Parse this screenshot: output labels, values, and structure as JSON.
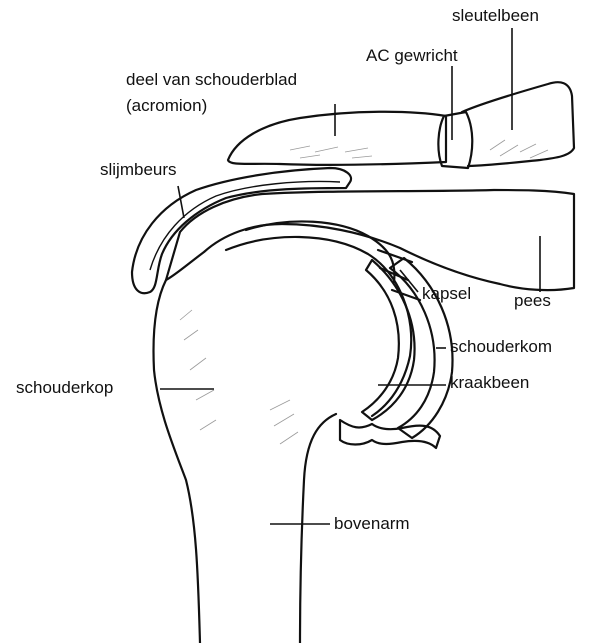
{
  "labels": {
    "sleutelbeen": "sleutelbeen",
    "ac_gewricht": "AC gewricht",
    "schouderblad_line1": "deel van schouderblad",
    "schouderblad_line2": "(acromion)",
    "slijmbeurs": "slijmbeurs",
    "kapsel": "kapsel",
    "pees": "pees",
    "schouderkom": "schouderkom",
    "kraakbeen": "kraakbeen",
    "schouderkop": "schouderkop",
    "bovenarm": "bovenarm"
  },
  "colors": {
    "tendon_fill": "#7d7d7d",
    "cartilage_fill": "#cfcfcf",
    "outline": "#111111",
    "background": "#ffffff"
  }
}
